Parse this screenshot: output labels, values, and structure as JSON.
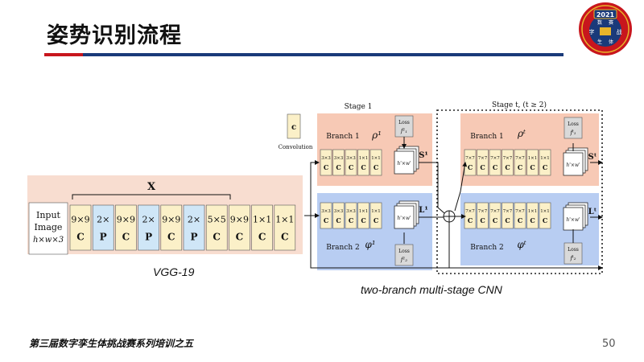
{
  "slide": {
    "title": "姿势识别流程",
    "footer": "第三届数字孪生体挑战赛系列培训之五",
    "page_number": "50"
  },
  "badge": {
    "year": "2021",
    "chars_left": "字",
    "chars_right": "战",
    "chars_top": [
      "数",
      "赛"
    ],
    "chars_bottom": [
      "生",
      "体"
    ],
    "colors": {
      "ring": "#c8161d",
      "inner": "#1a3a7a",
      "gold": "#e8b42a"
    }
  },
  "captions": {
    "vgg": "VGG-19",
    "cnn": "two-branch multi-stage CNN"
  },
  "legend": {
    "symbol": "c",
    "label": "Convolution"
  },
  "vgg": {
    "input_label_lines": [
      "Input",
      "Image",
      "h×w×3"
    ],
    "x_label": "X",
    "layers": [
      {
        "size": "9×9",
        "type": "C"
      },
      {
        "size": "2×",
        "type": "P"
      },
      {
        "size": "9×9",
        "type": "C"
      },
      {
        "size": "2×",
        "type": "P"
      },
      {
        "size": "9×9",
        "type": "C"
      },
      {
        "size": "2×",
        "type": "P"
      },
      {
        "size": "5×5",
        "type": "C"
      },
      {
        "size": "9×9",
        "type": "C"
      },
      {
        "size": "1×1",
        "type": "C"
      },
      {
        "size": "1×1",
        "type": "C"
      }
    ]
  },
  "stage1": {
    "label": "Stage 1",
    "branch1": {
      "label": "Branch 1",
      "symbol": "ρ¹",
      "output": "S¹",
      "loss_lines": [
        "Loss",
        "f¹₁"
      ],
      "map": "h'×w'",
      "layers": [
        {
          "size": "3×3",
          "type": "C"
        },
        {
          "size": "3×3",
          "type": "C"
        },
        {
          "size": "3×3",
          "type": "C"
        },
        {
          "size": "1×1",
          "type": "C"
        },
        {
          "size": "1×1",
          "type": "C"
        }
      ]
    },
    "branch2": {
      "label": "Branch 2",
      "symbol": "φ¹",
      "output": "L¹",
      "loss_lines": [
        "Loss",
        "f¹₂"
      ],
      "map": "h'×w'",
      "layers": [
        {
          "size": "3×3",
          "type": "C"
        },
        {
          "size": "3×3",
          "type": "C"
        },
        {
          "size": "3×3",
          "type": "C"
        },
        {
          "size": "1×1",
          "type": "C"
        },
        {
          "size": "1×1",
          "type": "C"
        }
      ]
    }
  },
  "staget": {
    "label": "Stage t, (t ≥ 2)",
    "branch1": {
      "label": "Branch 1",
      "symbol": "ρᵗ",
      "output": "Sᵗ",
      "loss_lines": [
        "Loss",
        "fᵗ₁"
      ],
      "map": "h'×w'",
      "layers": [
        {
          "size": "7×7",
          "type": "C"
        },
        {
          "size": "7×7",
          "type": "C"
        },
        {
          "size": "7×7",
          "type": "C"
        },
        {
          "size": "7×7",
          "type": "C"
        },
        {
          "size": "7×7",
          "type": "C"
        },
        {
          "size": "1×1",
          "type": "C"
        },
        {
          "size": "1×1",
          "type": "C"
        }
      ]
    },
    "branch2": {
      "label": "Branch 2",
      "symbol": "φᵗ",
      "output": "Lᵗ",
      "loss_lines": [
        "Loss",
        "fᵗ₂"
      ],
      "map": "h'×w'",
      "layers": [
        {
          "size": "7×7",
          "type": "C"
        },
        {
          "size": "7×7",
          "type": "C"
        },
        {
          "size": "7×7",
          "type": "C"
        },
        {
          "size": "7×7",
          "type": "C"
        },
        {
          "size": "7×7",
          "type": "C"
        },
        {
          "size": "1×1",
          "type": "C"
        },
        {
          "size": "1×1",
          "type": "C"
        }
      ]
    }
  },
  "colors": {
    "conv": "#fbf0c8",
    "pool": "#cfe6f7",
    "vgg_bg": "#f8ddd0",
    "branch1_bg": "#f7c9b5",
    "branch2_bg": "#b8cdf2",
    "accent_title": "#c8161d"
  }
}
